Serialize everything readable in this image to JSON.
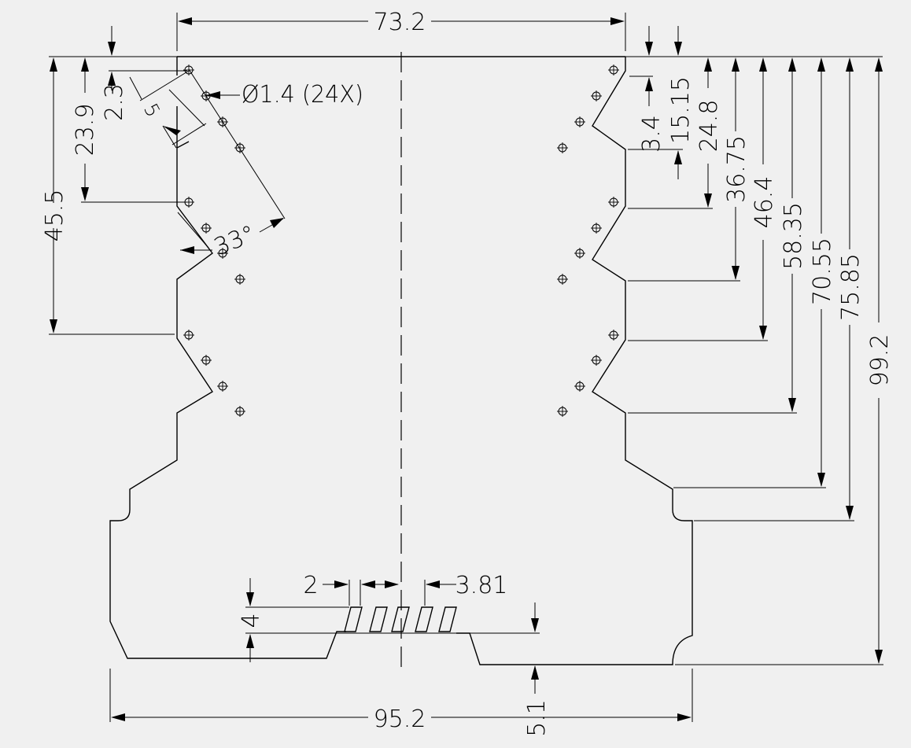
{
  "drawing": {
    "background": "#f0f0f0",
    "line_color": "#000000",
    "labels": {
      "top_width": "73.2",
      "bottom_width": "95.2",
      "hole_callout": "Ø1.4 (24X)",
      "angle": "33°",
      "dim_23_9": "23.9",
      "dim_2_3": "2.3",
      "dim_5": "5",
      "dim_45_5": "45.5",
      "dim_3_4": "3.4",
      "dim_15_15": "15.15",
      "dim_24_8": "24.8",
      "dim_36_75": "36.75",
      "dim_46_4": "46.4",
      "dim_58_35": "58.35",
      "dim_70_55": "70.55",
      "dim_75_85": "75.85",
      "dim_99_2": "99.2",
      "dim_2": "2",
      "dim_3_81": "3.81",
      "dim_4": "4",
      "dim_5_1": "5.1"
    }
  }
}
